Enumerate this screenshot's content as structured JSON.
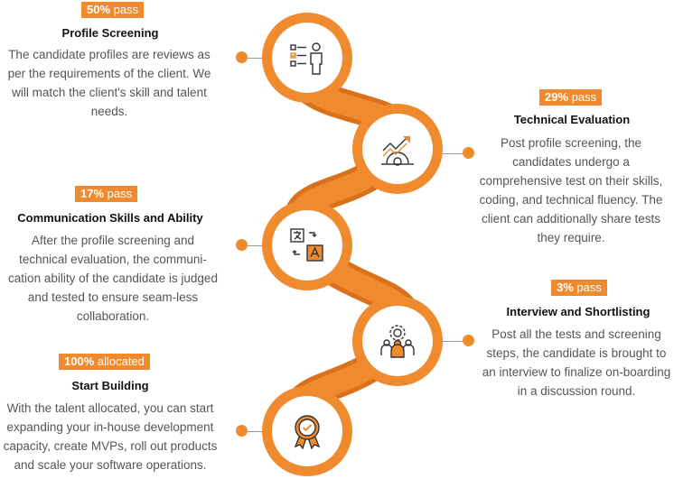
{
  "steps": [
    {
      "pct": "50%",
      "status": "pass",
      "title": "Profile Screening",
      "desc": "The candidate profiles are reviews as per the requirements of the client. We will match the client's skill and talent needs.",
      "icon": "checklist-person-icon"
    },
    {
      "pct": "29%",
      "status": "pass",
      "title": "Technical Evaluation",
      "desc": "Post profile screening, the candidates undergo a comprehensive test on their skills, coding, and technical fluency. The client can additionally share tests they require.",
      "icon": "growth-chart-gear-icon"
    },
    {
      "pct": "17%",
      "status": "pass",
      "title": "Communication Skills and Ability",
      "desc": "After the profile screening and technical evaluation, the communi-cation ability of the candidate is judged and tested to ensure seam-less collaboration.",
      "icon": "translate-icon"
    },
    {
      "pct": "3%",
      "status": "pass",
      "title": "Interview and Shortlisting",
      "desc": "Post all the tests and screening steps, the candidate is brought to an interview to finalize on-boarding in a discussion round.",
      "icon": "team-gear-icon"
    },
    {
      "pct": "100%",
      "status": "allocated",
      "title": "Start Building",
      "desc": "With the talent allocated, you can start expanding your in-house development capacity, create MVPs, roll out products and scale your software operations.",
      "icon": "award-badge-icon"
    }
  ],
  "colors": {
    "accent": "#f08a2e",
    "accent_dark": "#d9701c",
    "text": "#555555",
    "title": "#111111"
  }
}
